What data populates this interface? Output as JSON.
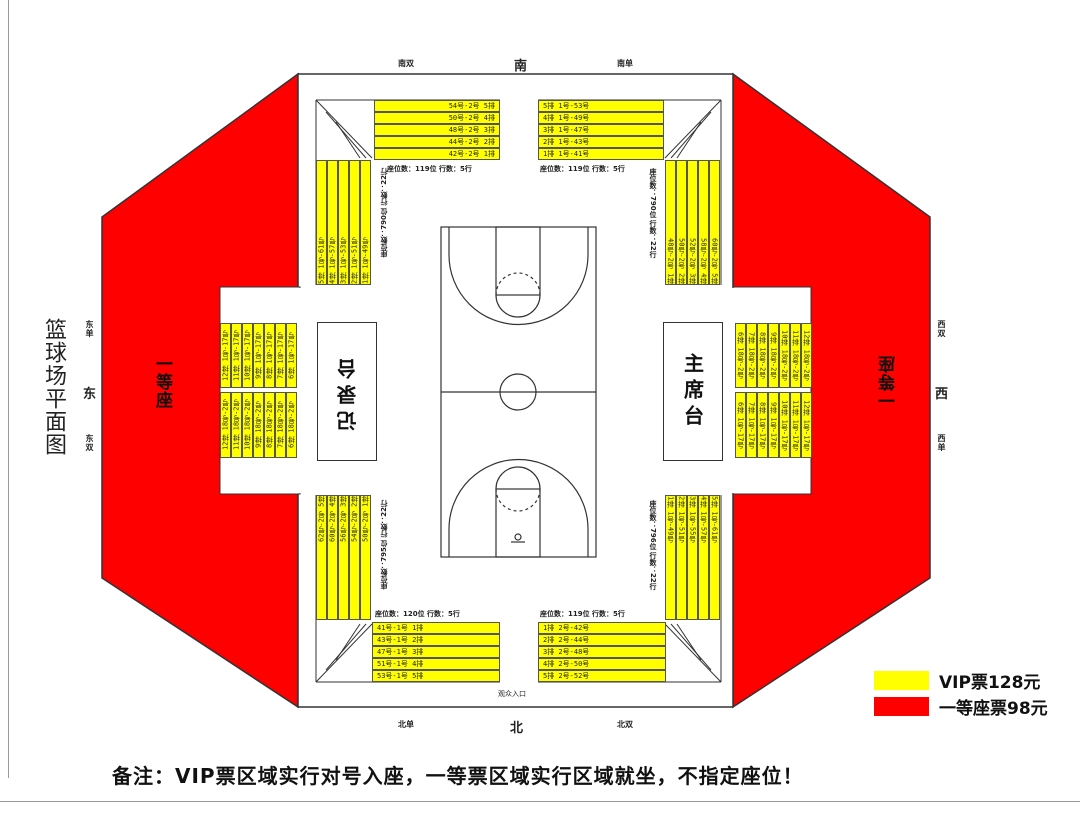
{
  "title": "篮球场平面图",
  "directions": {
    "south": "南",
    "south_left": "南双",
    "south_right": "南单",
    "north": "北",
    "north_left": "北单",
    "north_right": "北双",
    "east": "东",
    "east_top": "东单",
    "east_bottom": "东双",
    "west": "西",
    "west_top": "西双",
    "west_bottom": "西单"
  },
  "red_labels": {
    "left": "一等座",
    "right": "一等座"
  },
  "tables": {
    "left": "记录台",
    "right": "主席台"
  },
  "entrance": "观众入口",
  "legend": [
    {
      "label": "VIP票128元",
      "color": "#ffff00"
    },
    {
      "label": "一等座票98元",
      "color": "#ff0000"
    }
  ],
  "remark": "备注：VIP票区域实行对号入座，一等票区域实行区域就坐，不指定座位！",
  "colors": {
    "vip": "#ffff00",
    "first": "#ff0000",
    "line": "#333333"
  },
  "sections": {
    "top_left_rows": [
      "54号-2号  5排",
      "50号-2号  4排",
      "48号-2号  3排",
      "44号-2号  2排",
      "42号-2号  1排"
    ],
    "top_left_info": "座位数：119位   行数：5行",
    "top_right_rows": [
      "5排  1号-53号",
      "4排  1号-49号",
      "3排  1号-47号",
      "2排  1号-43号",
      "1排  1号-41号"
    ],
    "top_right_info": "座位数：119位   行数：5行",
    "bottom_left_rows": [
      "41号-1号  1排",
      "43号-1号  2排",
      "47号-1号  3排",
      "51号-1号  4排",
      "53号-1号  5排"
    ],
    "bottom_left_info": "座位数：120位   行数：5行",
    "bottom_right_rows": [
      "1排  2号-42号",
      "2排  2号-44号",
      "3排  2号-48号",
      "4排  2号-50号",
      "5排  2号-52号"
    ],
    "bottom_right_info": "座位数：119位   行数：5行",
    "ul_cols": [
      "5排  1号-61号",
      "4排  1号-57号",
      "3排  1号-53号",
      "2排  1号-51号",
      "1排  1号-49号"
    ],
    "ul_info": "座位数：790位   行数：22行",
    "ur_cols": [
      "60号-2号  5排",
      "58号-2号  4排",
      "52号-2号  3排",
      "50号-2号  2排",
      "48号-2号  1排"
    ],
    "ur_info": "座位数：790位   行数：22行",
    "ll_cols": [
      "62号-2号  5排",
      "60号-2号  4排",
      "56号-2号  3排",
      "54号-2号  2排",
      "50号-2号  1排"
    ],
    "ll_info": "座位数：795位   行数：22行",
    "lr_cols": [
      "1排  1号-49号",
      "2排  1号-51号",
      "3排  1号-55号",
      "4排  1号-57号",
      "5排  1号-61号"
    ],
    "lr_info": "座位数：796位   行数：22行",
    "east_upper": [
      "12排  1号-17号",
      "11排  1号-17号",
      "10排  1号-17号",
      "9排  1号-17号",
      "8排  1号-17号",
      "7排  1号-17号",
      "6排  1号-17号"
    ],
    "east_lower": [
      "12排  18号-2号",
      "11排  18号-2号",
      "10排  18号-2号",
      "9排  18号-2号",
      "8排  18号-2号",
      "7排  18号-2号",
      "6排  18号-2号"
    ],
    "west_upper": [
      "6排  18号-2号",
      "7排  18号-2号",
      "8排  18号-2号",
      "9排  18号-2号",
      "10排  18号-2号",
      "11排  18号-2号",
      "12排  18号-2号"
    ],
    "west_lower": [
      "6排  1号-17号",
      "7排  1号-17号",
      "8排  1号-17号",
      "9排  1号-17号",
      "10排  1号-17号",
      "11排  1号-17号",
      "12排  1号-17号"
    ]
  }
}
